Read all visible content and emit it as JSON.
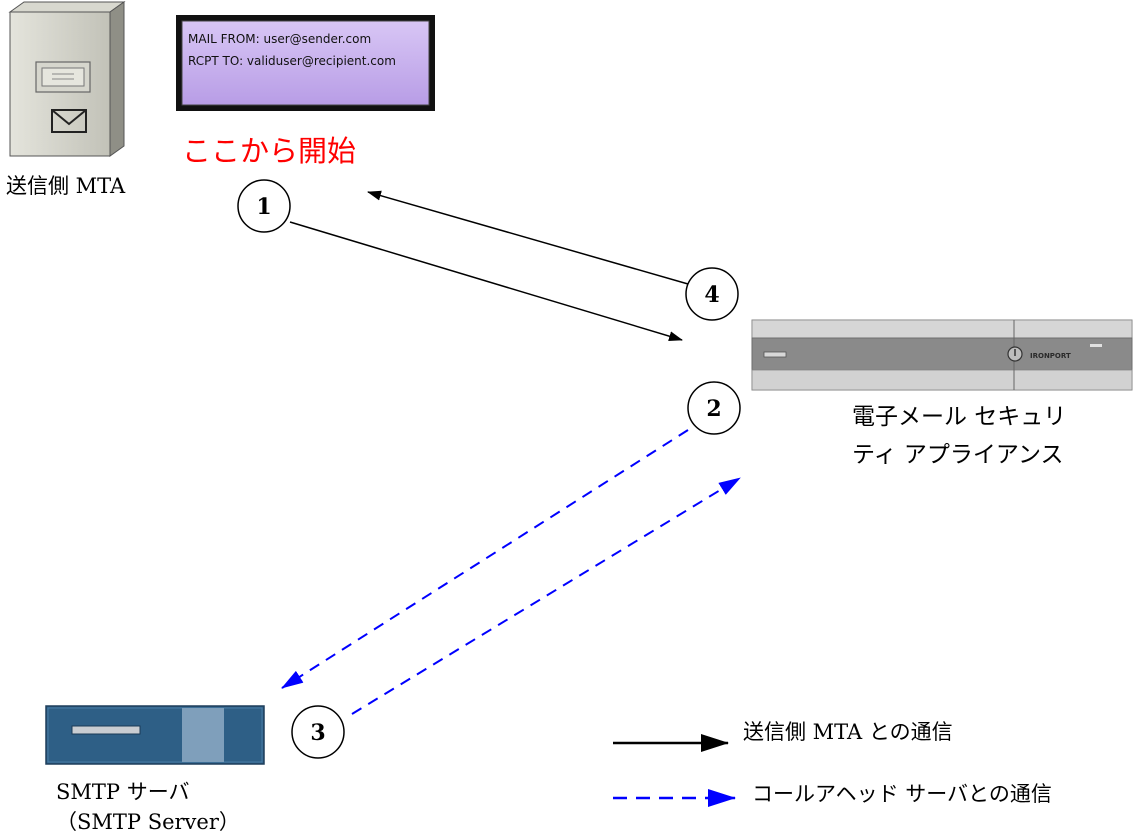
{
  "nodes": {
    "sender_mta": {
      "label": "送信側 MTA"
    },
    "envelope": {
      "mail_from": "MAIL FROM: user@sender.com",
      "rcpt_to": "RCPT TO: validuser@recipient.com"
    },
    "start_label": "ここから開始",
    "appliance": {
      "label_line1": "電子メール セキュリ",
      "label_line2": "ティ アプライアンス",
      "brand": "IRONPORT"
    },
    "smtp_server": {
      "label_line1": "SMTP サーバ",
      "label_line2": "（SMTP Server）"
    }
  },
  "steps": [
    "1",
    "2",
    "3",
    "4"
  ],
  "legend": [
    {
      "label": "送信側 MTA との通信",
      "style": "solid",
      "color": "#000000"
    },
    {
      "label": "コールアヘッド サーバとの通信",
      "style": "dashed",
      "color": "#0000ff"
    }
  ],
  "colors": {
    "start_label": "#ff0000",
    "callahead_arrow": "#0000ff",
    "envelope_fill": "#c9b3ee",
    "smtp_server_fill": "#2e5f86"
  }
}
